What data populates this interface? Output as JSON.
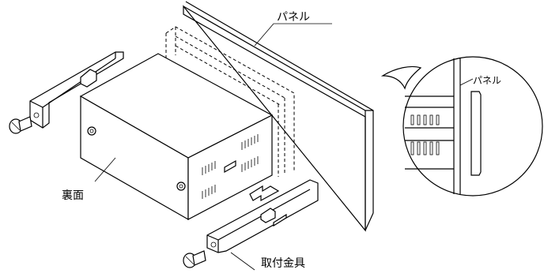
{
  "labels": {
    "panel": "パネル",
    "panel_detail": "パネル",
    "rear": "裏面",
    "bracket": "取付金具"
  }
}
